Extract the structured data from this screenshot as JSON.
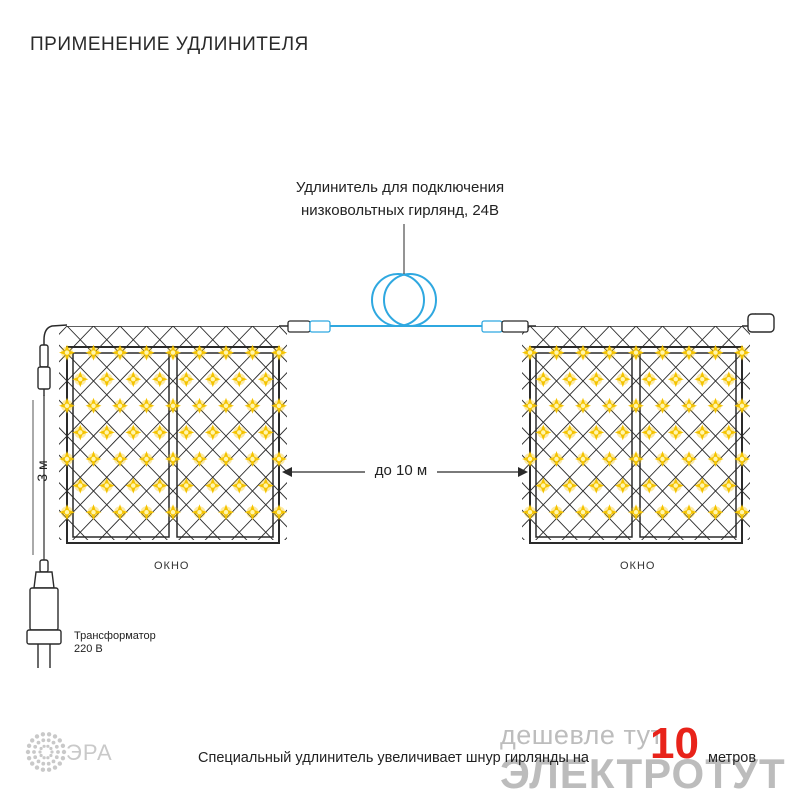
{
  "header": {
    "title": "ПРИМЕНЕНИЕ УДЛИНИТЕЛЯ"
  },
  "extension": {
    "label_line1": "Удлинитель для подключения",
    "label_line2": "низковольтных гирлянд, 24В"
  },
  "distance": {
    "label": "до 10 м"
  },
  "windows": {
    "left_label": "ОКНО",
    "right_label": "ОКНО"
  },
  "power_cable": {
    "length_label": "3 м"
  },
  "transformer": {
    "label_line1": "Трансформатор",
    "label_line2": "220 В"
  },
  "footer": {
    "caption": "Специальный удлинитель увеличивает шнур гирлянды на",
    "brand": "ЭРА"
  },
  "watermark": {
    "line1": "дешевле тут",
    "number": "10",
    "line2": "ЭЛЕКТРОТУТ",
    "after_number": "метров"
  },
  "colors": {
    "led": "#f5c400",
    "extension_cable": "#2fa8e0",
    "text": "#222222",
    "watermark_red": "#e8231a"
  }
}
